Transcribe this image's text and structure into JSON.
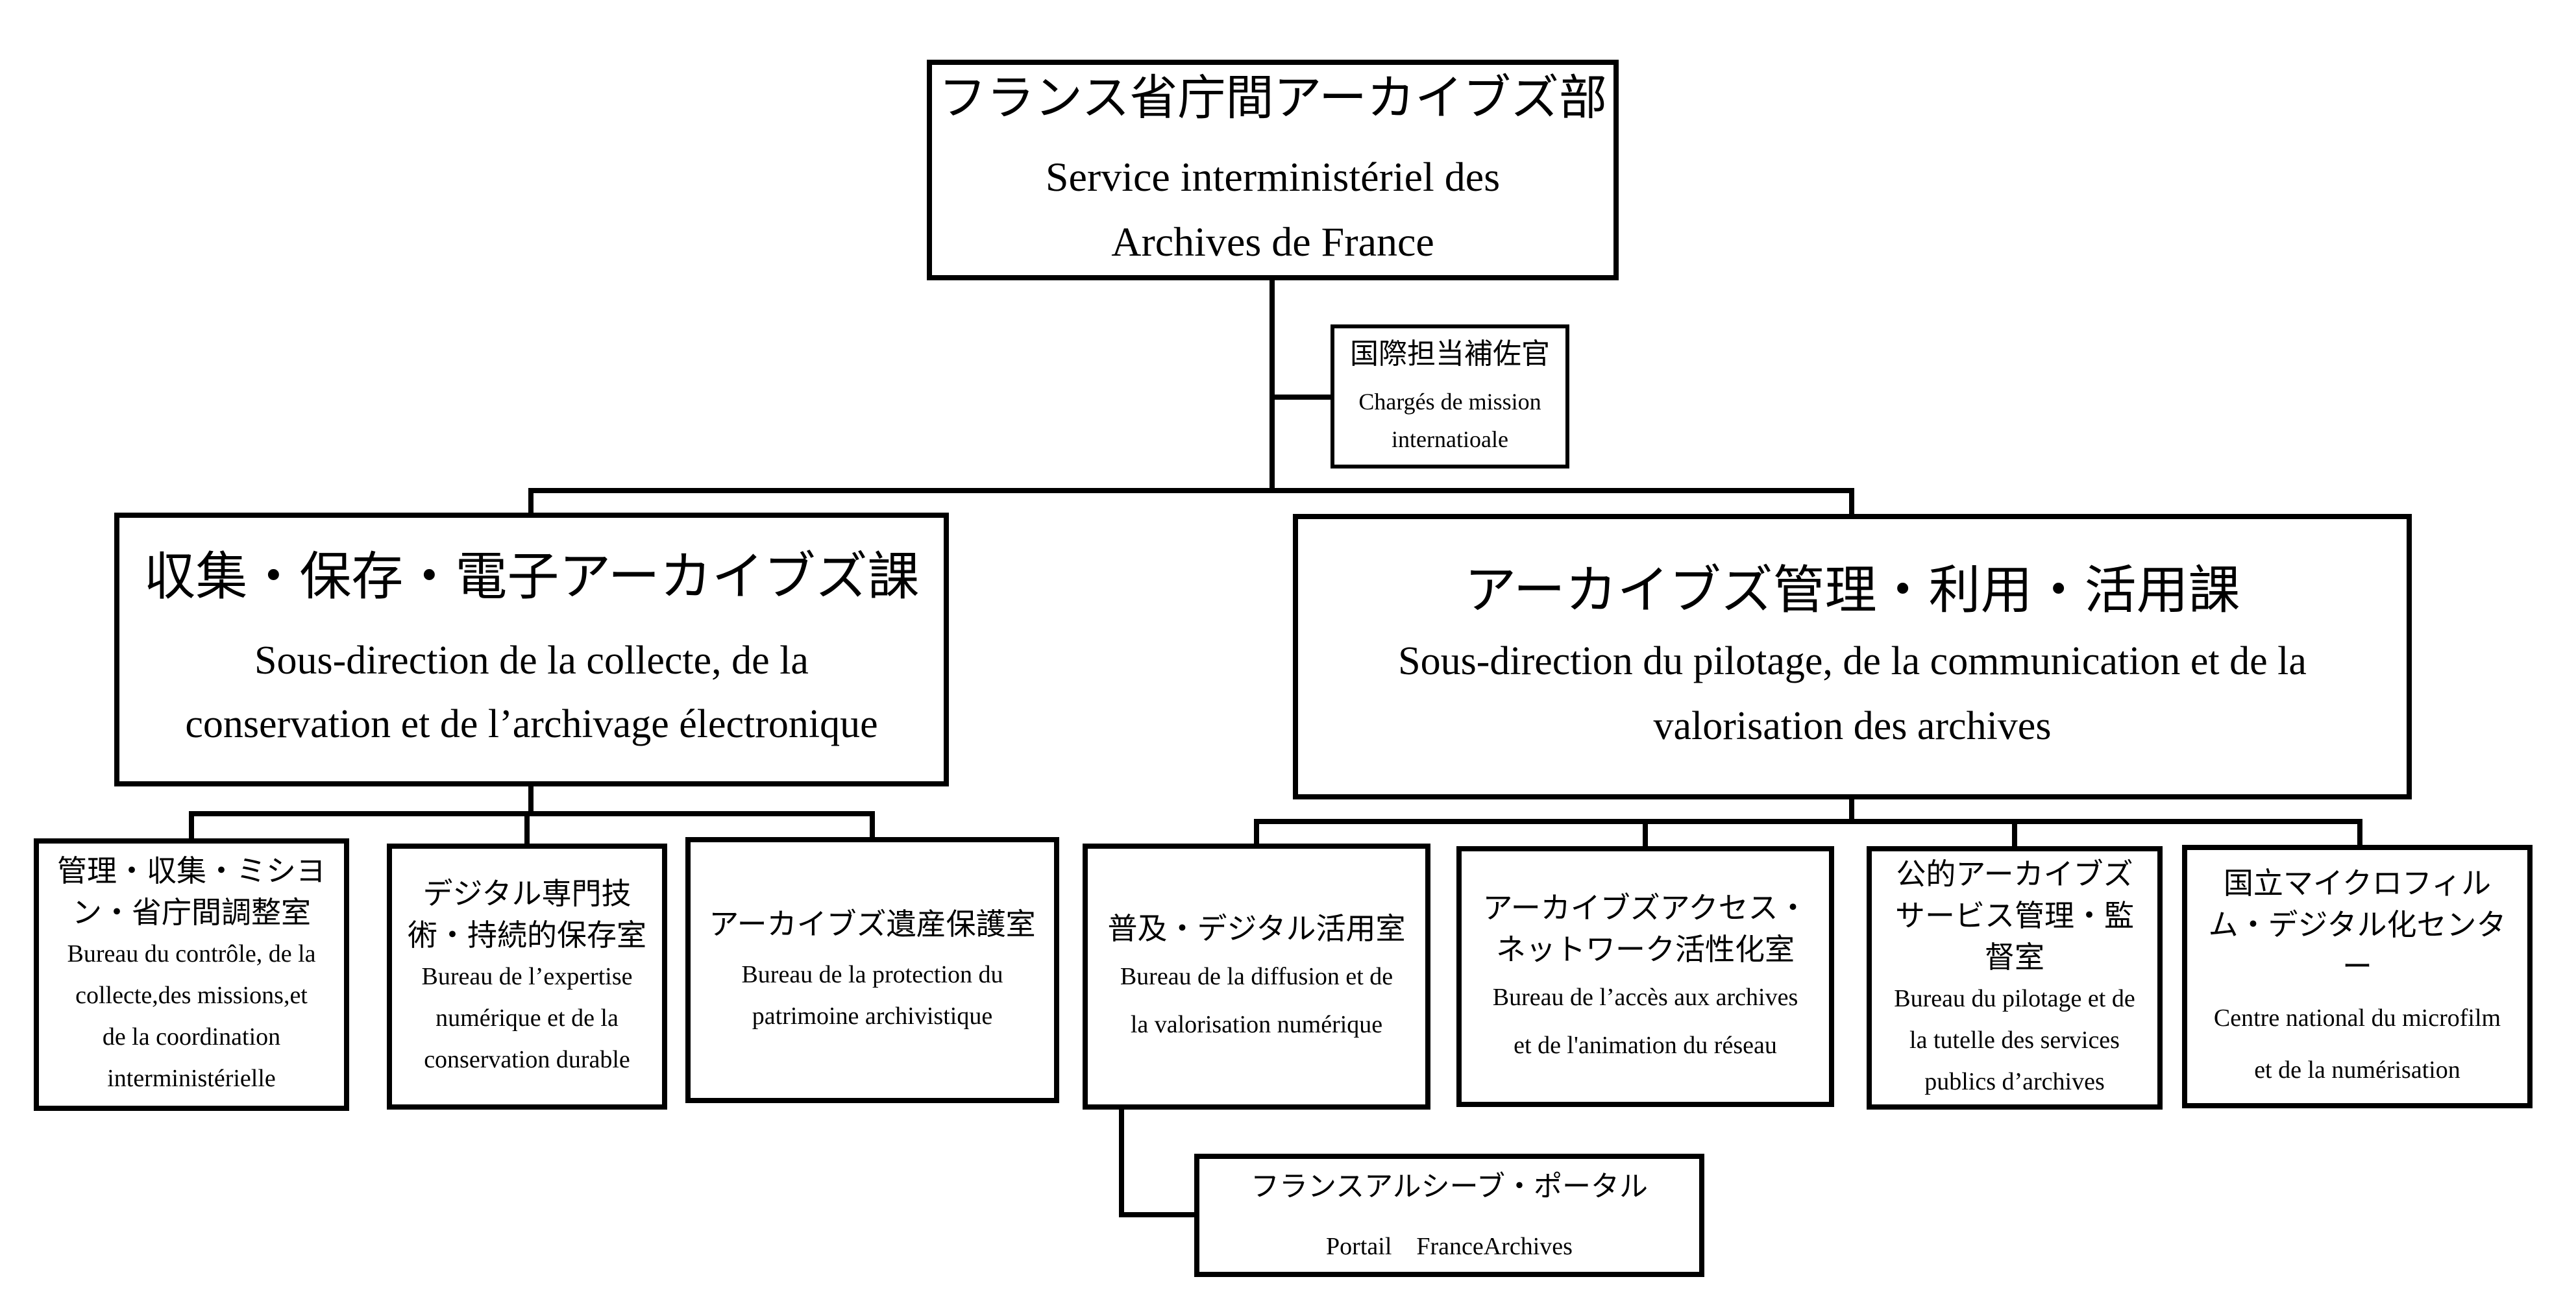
{
  "root": {
    "jp": "フランス省庁間アーカイブズ部",
    "fr_lines": [
      "Service interministériel des",
      "Archives de France"
    ]
  },
  "international": {
    "jp": "国際担当補佐官",
    "fr_lines": [
      "Chargés de mission",
      "internatioale"
    ]
  },
  "subdirections": [
    {
      "jp": "収集・保存・電子アーカイブズ課",
      "fr_lines": [
        "Sous-direction de la collecte, de la",
        "conservation et de l’archivage électronique"
      ]
    },
    {
      "jp": "アーカイブズ管理・利用・活用課",
      "fr_lines": [
        "Sous-direction du pilotage, de la communication et de la",
        "valorisation des archives"
      ]
    }
  ],
  "bureaus": [
    {
      "jp_lines": [
        "管理・収集・ミシヨ",
        "ン・省庁間調整室"
      ],
      "fr_lines": [
        "Bureau du contrôle, de la",
        "collecte,des missions,et",
        "de la coordination",
        "interministérielle"
      ]
    },
    {
      "jp_lines": [
        "デジタル専門技",
        "術・持続的保存室"
      ],
      "fr_lines": [
        "Bureau de l’expertise",
        "numérique et de la",
        "conservation durable"
      ]
    },
    {
      "jp_lines": [
        "アーカイブズ遺産保護室"
      ],
      "fr_lines": [
        "Bureau de la protection du",
        "patrimoine archivistique"
      ]
    },
    {
      "jp_lines": [
        "普及・デジタル活用室"
      ],
      "fr_lines": [
        "Bureau de la diffusion et de",
        "la valorisation numérique"
      ]
    },
    {
      "jp_lines": [
        "アーカイブズアクセス・",
        "ネットワーク活性化室"
      ],
      "fr_lines": [
        "Bureau de l’accès aux archives",
        "et de l'animation du réseau"
      ]
    },
    {
      "jp_lines": [
        "公的アーカイブズ",
        "サービス管理・監",
        "督室"
      ],
      "fr_lines": [
        "Bureau du pilotage et de",
        "la tutelle des services",
        "publics d’archives"
      ]
    },
    {
      "jp_lines": [
        "国立マイクロフィル",
        "ム・デジタル化センタ",
        "ー"
      ],
      "fr_lines": [
        "Centre national du microfilm",
        "et de la numérisation"
      ]
    }
  ],
  "portal": {
    "jp": "フランスアルシーブ・ポータル",
    "fr": "Portail　FranceArchives"
  }
}
